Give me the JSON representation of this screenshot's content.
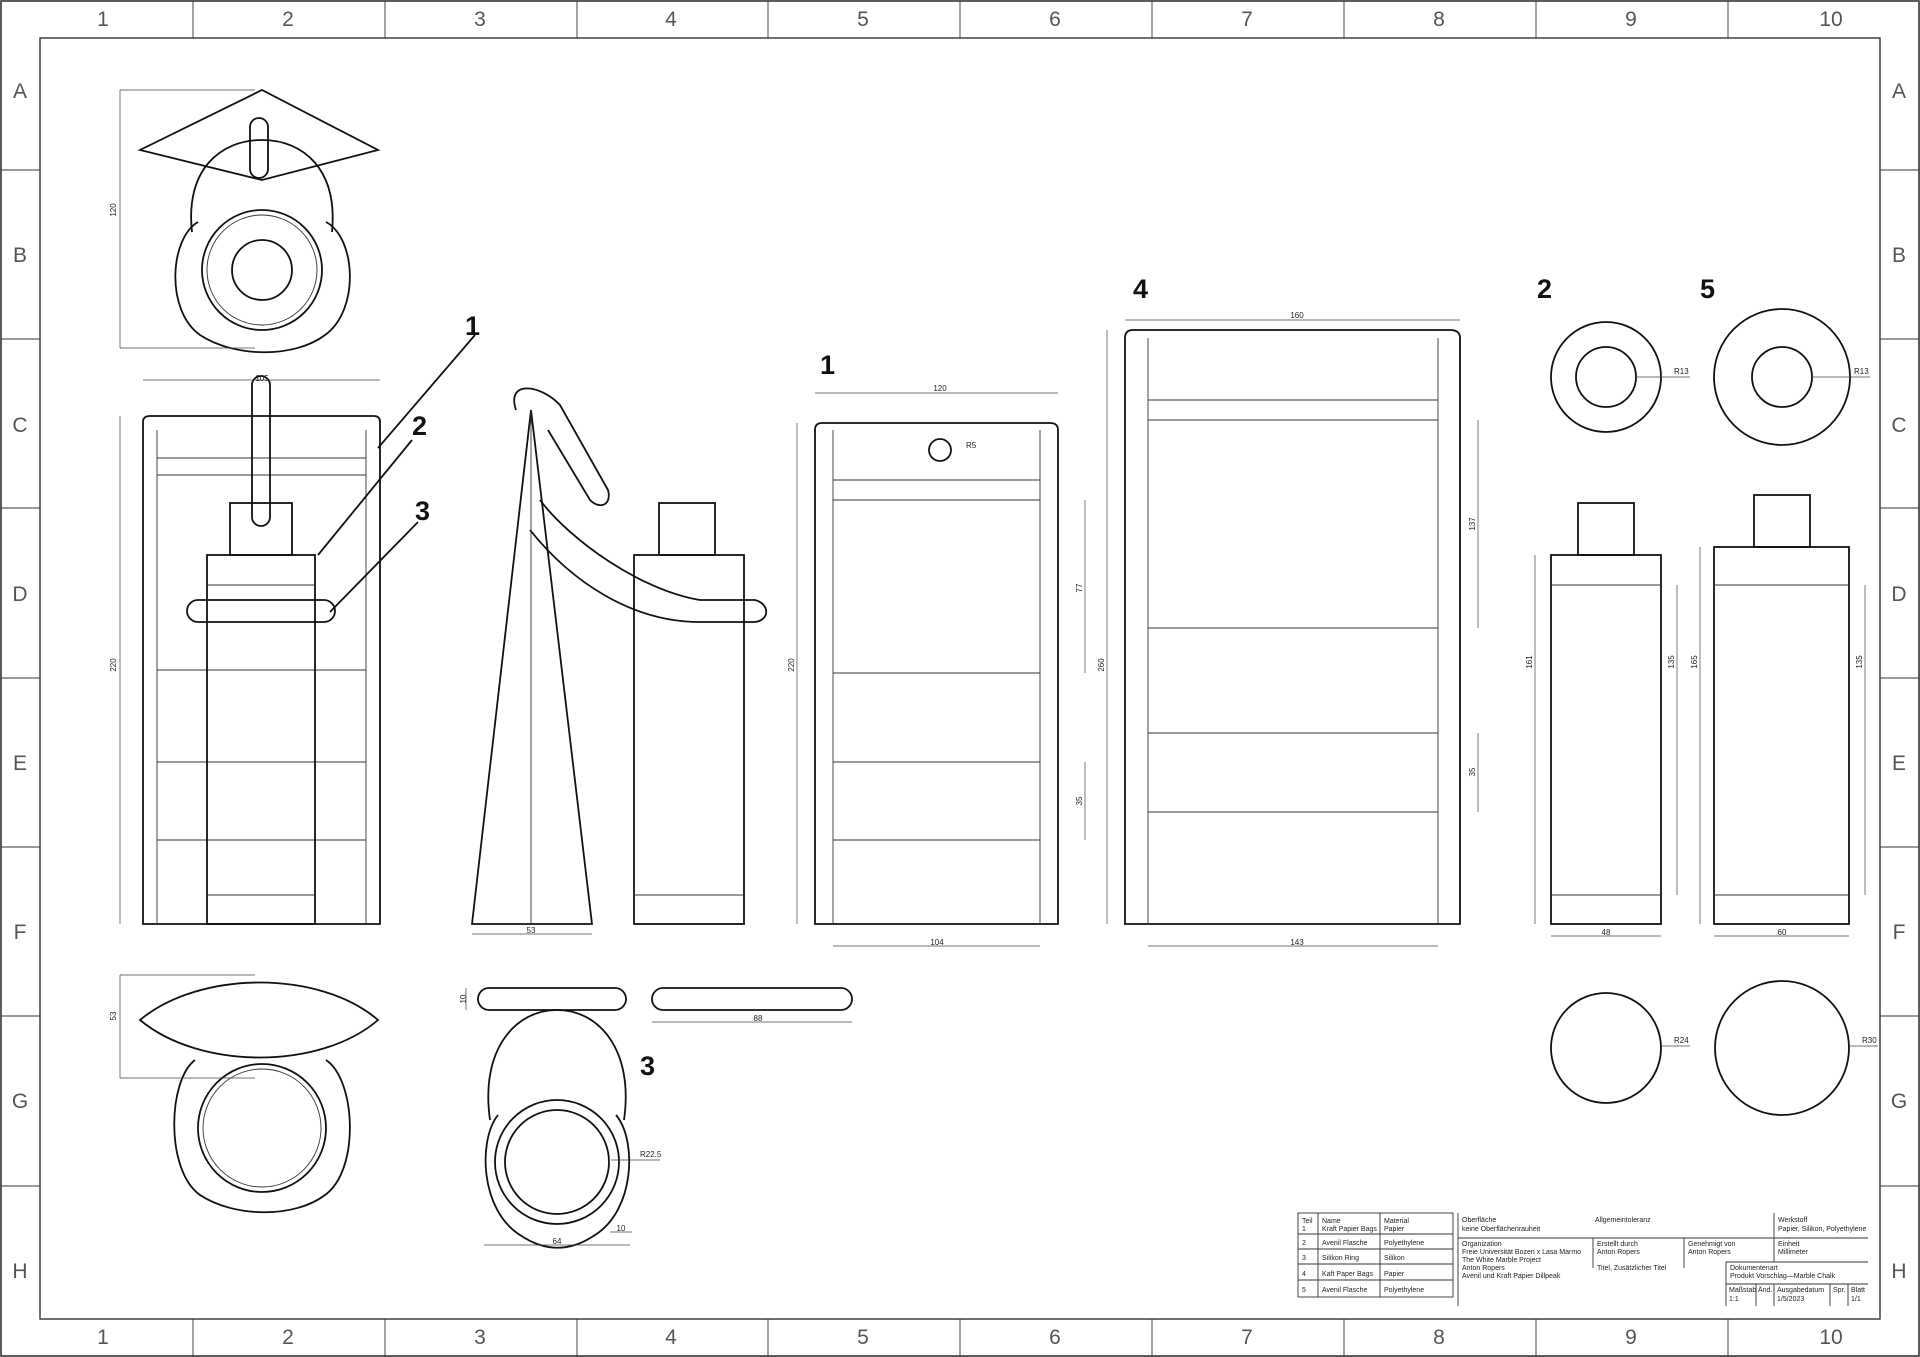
{
  "grid": {
    "columns": [
      "1",
      "2",
      "3",
      "4",
      "5",
      "6",
      "7",
      "8",
      "9",
      "10"
    ],
    "rows": [
      "A",
      "B",
      "C",
      "D",
      "E",
      "F",
      "G",
      "H"
    ]
  },
  "callouts": [
    "1",
    "2",
    "3",
    "1",
    "4",
    "2",
    "5",
    "3"
  ],
  "dimensions": {
    "top_view_height": "120",
    "front_width": "105",
    "front_height": "220",
    "side_base": "53",
    "ring_thickness": "10",
    "ring_length": "88",
    "ring_radius": "R22.5",
    "ring_width": "64",
    "ring_gap": "10",
    "bottom_view_height": "53",
    "bag1_width": "120",
    "bag1_hole": "R5",
    "bag1_height": "220",
    "bag1_seg_a": "77",
    "bag1_seg_b": "35",
    "bag1_base": "104",
    "bag4_width": "160",
    "bag4_height": "260",
    "bag4_seg_a": "137",
    "bag4_seg_b": "35",
    "bag4_base": "143",
    "bottle2_cap": "R13",
    "bottle2_height": "161",
    "bottle2_label": "135",
    "bottle2_width": "48",
    "bottle2_base": "R24",
    "bottle5_cap": "R13",
    "bottle5_height": "165",
    "bottle5_label": "135",
    "bottle5_width": "60",
    "bottle5_base": "R30"
  },
  "parts_list": {
    "headers": [
      "Teil",
      "Name",
      "Material"
    ],
    "rows": [
      [
        "1",
        "Kraft Papier Bags",
        "Papier"
      ],
      [
        "2",
        "Avenil Flasche",
        "Polyethylene"
      ],
      [
        "3",
        "Silikon Ring",
        "Silikon"
      ],
      [
        "4",
        "Kaft Paper Bags",
        "Papier"
      ],
      [
        "5",
        "Avenil Flasche",
        "Polyethylene"
      ]
    ]
  },
  "title_block": {
    "surface_label": "Oberfläche",
    "surface_value": "keine Oberflächenrauheit",
    "tolerance_label": "Allgemeintoleranz",
    "workshop_label": "Werkstoff",
    "workshop_value": "Papier, Silikon, Polyethylene",
    "org_label": "Organization",
    "org_line1": "Freie Universität Bozen x Lasa Marmo",
    "org_line2": "The White Marble Project",
    "org_line3": "Anton Ropers",
    "org_line4": "Avenil und Kraft Papier Dillpeak",
    "created_label": "Erstellt durch",
    "created_value": "Anton Ropers",
    "approved_label": "Genehmigt von",
    "approved_value": "Anton Ropers",
    "unit_label": "Einheit",
    "unit_value": "Millimeter",
    "title_label": "Titel, Zusätzlicher Titel",
    "doctype_label": "Dokumentenart",
    "doctype_value": "Produkt Vorschlag—Marble Chalk",
    "scale_label": "Maßstab",
    "scale_value": "1:1",
    "change_label": "Änd.",
    "date_label": "Ausgabedatum",
    "date_value": "1/5/2023",
    "lang_label": "Spr.",
    "sheet_label": "Blatt",
    "sheet_value": "1/1"
  }
}
